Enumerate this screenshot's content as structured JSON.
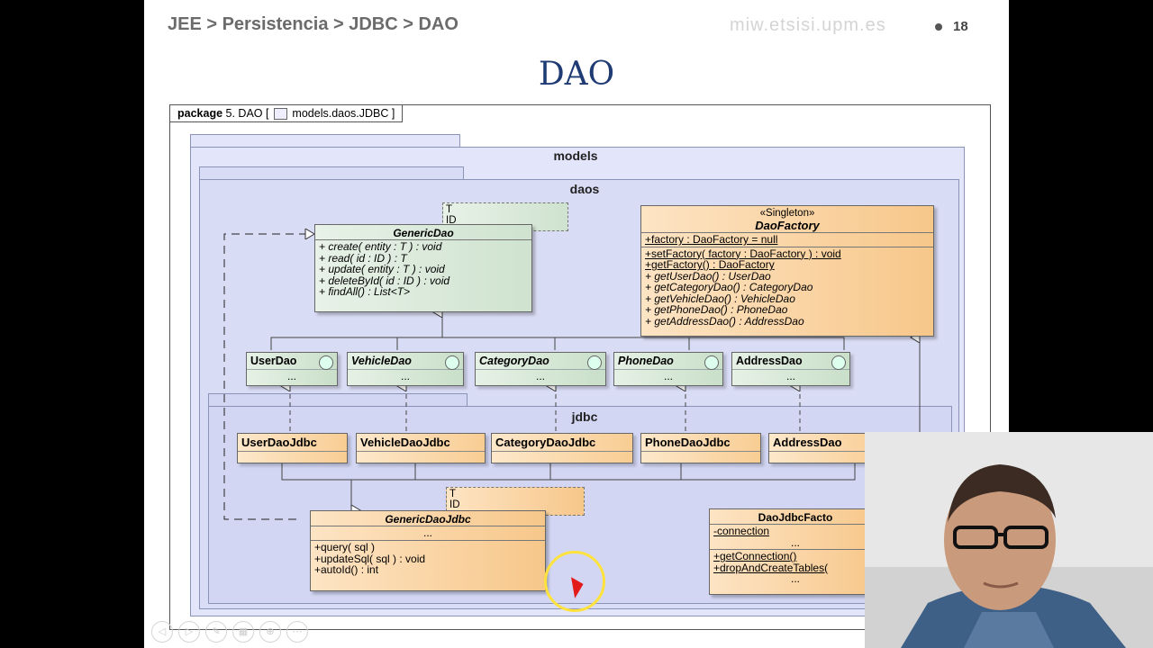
{
  "slide": {
    "breadcrumb": "JEE > Persistencia > JDBC > DAO",
    "site": "miw.etsisi.upm.es",
    "page_number": "18",
    "title": "DAO"
  },
  "diagram": {
    "frame_label_kw": "package",
    "frame_label_name": "5. DAO [",
    "frame_label_ref": "models.daos.JDBC ]",
    "packages": {
      "models": "models",
      "daos": "daos",
      "jdbc": "jdbc"
    },
    "generic_dao": {
      "tparams": [
        "T",
        "ID"
      ],
      "name": "GenericDao",
      "ops": [
        "+ create( entity : T ) : void",
        "+ read( id : ID ) : T",
        "+ update( entity : T ) : void",
        "+ deleteById( id : ID ) : void",
        "+ findAll() : List<T>"
      ]
    },
    "dao_factory": {
      "stereotype": "«Singleton»",
      "name": "DaoFactory",
      "attrs": [
        "+factory : DaoFactory = null"
      ],
      "ops_static": [
        "+setFactory( factory : DaoFactory ) : void",
        "+getFactory() : DaoFactory"
      ],
      "ops": [
        "+ getUserDao() : UserDao",
        "+ getCategoryDao() : CategoryDao",
        "+ getVehicleDao() : VehicleDao",
        "+ getPhoneDao() : PhoneDao",
        "+ getAddressDao() : AddressDao"
      ]
    },
    "interfaces": [
      {
        "name": "UserDao",
        "dots": "..."
      },
      {
        "name": "VehicleDao",
        "dots": "..."
      },
      {
        "name": "CategoryDao",
        "dots": "..."
      },
      {
        "name": "PhoneDao",
        "dots": "..."
      },
      {
        "name": "AddressDao",
        "dots": "..."
      }
    ],
    "impls": [
      "UserDaoJdbc",
      "VehicleDaoJdbc",
      "CategoryDaoJdbc",
      "PhoneDaoJdbc",
      "AddressDao"
    ],
    "generic_dao_jdbc": {
      "tparams": [
        "T",
        "ID"
      ],
      "name": "GenericDaoJdbc",
      "dots": "...",
      "ops": [
        "+query( sql )",
        "+updateSql( sql ) : void",
        "+autoId() : int"
      ]
    },
    "dao_jdbc_factory": {
      "name": "DaoJdbcFacto",
      "attrs": [
        "-connection"
      ],
      "dots1": "...",
      "ops": [
        "+getConnection()",
        "+dropAndCreateTables("
      ],
      "dots2": "..."
    }
  },
  "colors": {
    "title": "#1f3b73",
    "breadcrumb": "#6b6b6b",
    "interface_fill": "#cfe2cf",
    "class_fill": "#f7c78a",
    "package_fill": "#d9dcf5",
    "cursor_ring": "#ffe23b"
  },
  "toolbar_icons": [
    "prev-icon",
    "next-icon",
    "pen-icon",
    "slides-icon",
    "zoom-icon",
    "more-icon"
  ]
}
